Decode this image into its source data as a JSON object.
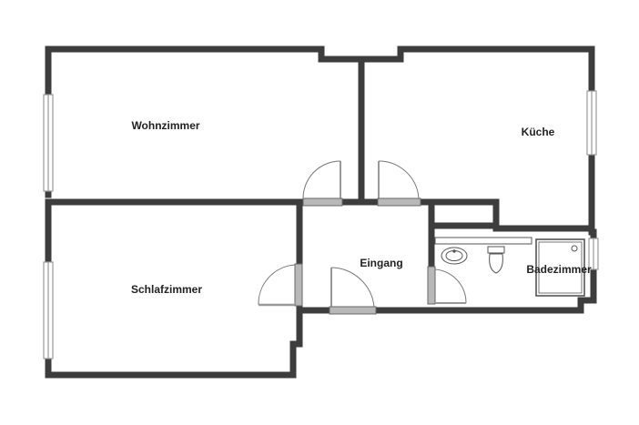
{
  "plan": {
    "rooms": [
      {
        "id": "wohnzimmer",
        "label": "Wohnzimmer"
      },
      {
        "id": "kueche",
        "label": "Küche"
      },
      {
        "id": "eingang",
        "label": "Eingang"
      },
      {
        "id": "schlafzimmer",
        "label": "Schlafzimmer"
      },
      {
        "id": "badezimmer",
        "label": "Badezimmer"
      }
    ]
  },
  "colors": {
    "wall": "#3d3d3d",
    "window_frame": "#9a9a9a",
    "door_panel": "#b8b8b8",
    "door_swing": "#777777",
    "fixture": "#555555"
  }
}
